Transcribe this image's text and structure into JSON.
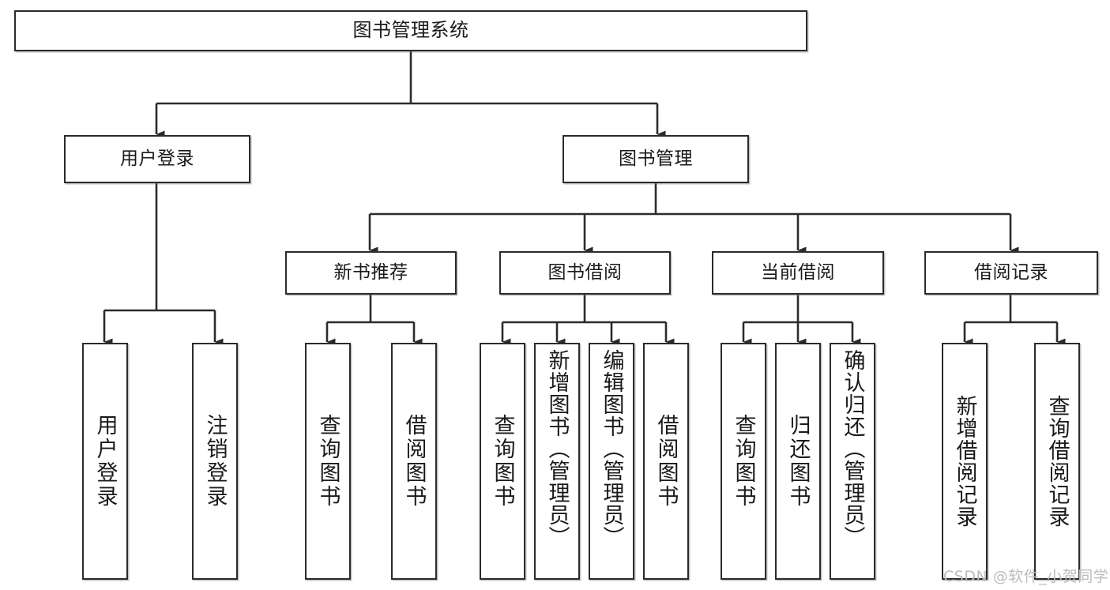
{
  "diagram": {
    "kind": "hierarchy-tree",
    "title": "图书管理系统",
    "watermark": "CSDN @软件_小贺同学",
    "colors": {
      "stroke": "#2b2b2b",
      "fill": "#ffffff",
      "text": "#1a1a1a",
      "watermark": "#bcbcbc"
    },
    "root": {
      "label": "图书管理系统"
    },
    "level1": [
      {
        "label": "用户登录"
      },
      {
        "label": "图书管理"
      }
    ],
    "level2": [
      {
        "label": "新书推荐"
      },
      {
        "label": "图书借阅"
      },
      {
        "label": "当前借阅"
      },
      {
        "label": "借阅记录"
      }
    ],
    "leaves": {
      "user_login": [
        {
          "label": "用户登录"
        },
        {
          "label": "注销登录"
        }
      ],
      "new_book": [
        {
          "label": "查询图书"
        },
        {
          "label": "借阅图书"
        }
      ],
      "borrow_book": [
        {
          "label": "查询图书"
        },
        {
          "label": "新增图书（管理员）"
        },
        {
          "label": "编辑图书（管理员）"
        },
        {
          "label": "借阅图书"
        }
      ],
      "current_borrow": [
        {
          "label": "查询图书"
        },
        {
          "label": "归还图书"
        },
        {
          "label": "确认归还（管理员）"
        }
      ],
      "borrow_record": [
        {
          "label": "新增借阅记录"
        },
        {
          "label": "查询借阅记录"
        }
      ]
    }
  }
}
